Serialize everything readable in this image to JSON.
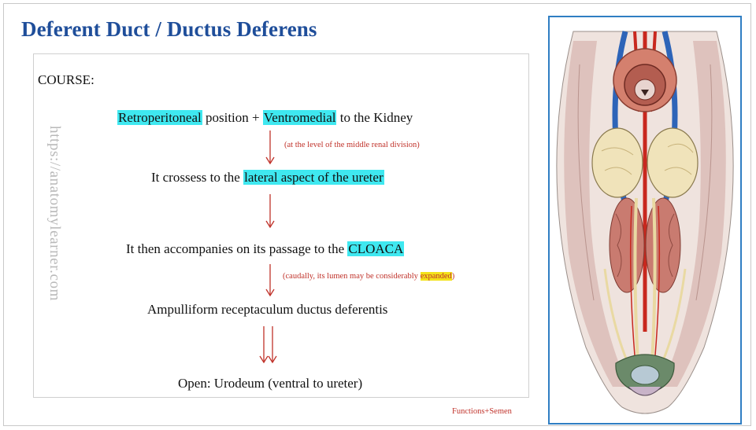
{
  "title": "Deferent Duct / Ductus Deferens",
  "course_label": "COURSE:",
  "watermark": "https://anatomylearner.com",
  "line1": {
    "hl1": "Retroperitoneal",
    "mid": " position + ",
    "hl2": "Ventromedial",
    "end": " to the Kidney"
  },
  "note1": "(at the level of the middle renal division)",
  "line2": {
    "start": "It crossess to the ",
    "hl": "lateral aspect of the ureter"
  },
  "line3": {
    "start": "It then accompanies on its passage to the ",
    "hl": "CLOACA"
  },
  "note3": {
    "start": "(caudally, its lumen may be considerably ",
    "hl": "expanded",
    "end": ")"
  },
  "line4": "Ampulliform receptaculum ductus deferentis",
  "line5": "Open: Urodeum (ventral to ureter)",
  "footer_link": "Functions+Semen",
  "colors": {
    "title": "#1f4e9a",
    "highlight_cyan": "#3fe8f0",
    "highlight_yellow": "#f3e21a",
    "arrow": "#c0322a",
    "frame": "#2f7ec3"
  }
}
